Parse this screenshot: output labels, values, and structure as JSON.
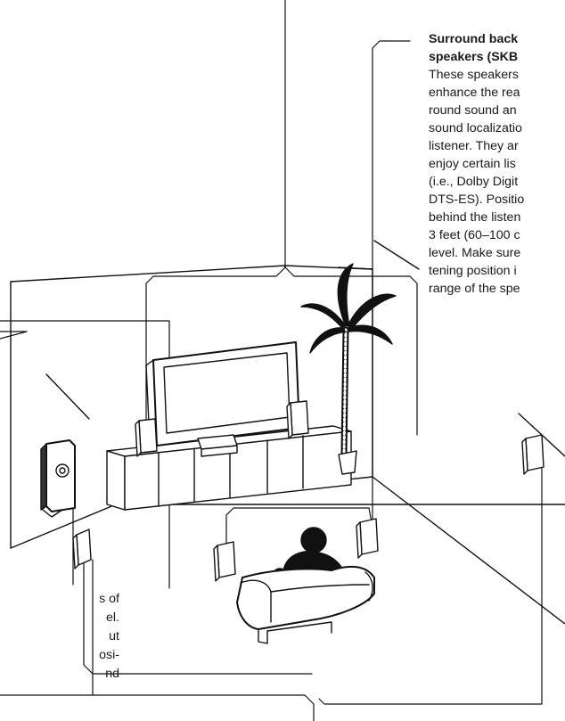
{
  "surround_back": {
    "heading_lines": [
      "Surround back",
      "speakers (SKB"
    ],
    "body_lines": [
      "These speakers",
      "enhance the rea",
      "round sound an",
      "sound localizatio",
      "listener. They ar",
      "enjoy certain lis",
      "(i.e., Dolby Digit",
      "DTS-ES). Positio",
      "behind the listen",
      "3 feet (60–100 c",
      "level. Make sure",
      "tening position i",
      "range of the spe"
    ]
  },
  "left_fragment": {
    "lines": [
      "s of",
      "el.",
      "ut",
      "osi-",
      "nd"
    ]
  }
}
